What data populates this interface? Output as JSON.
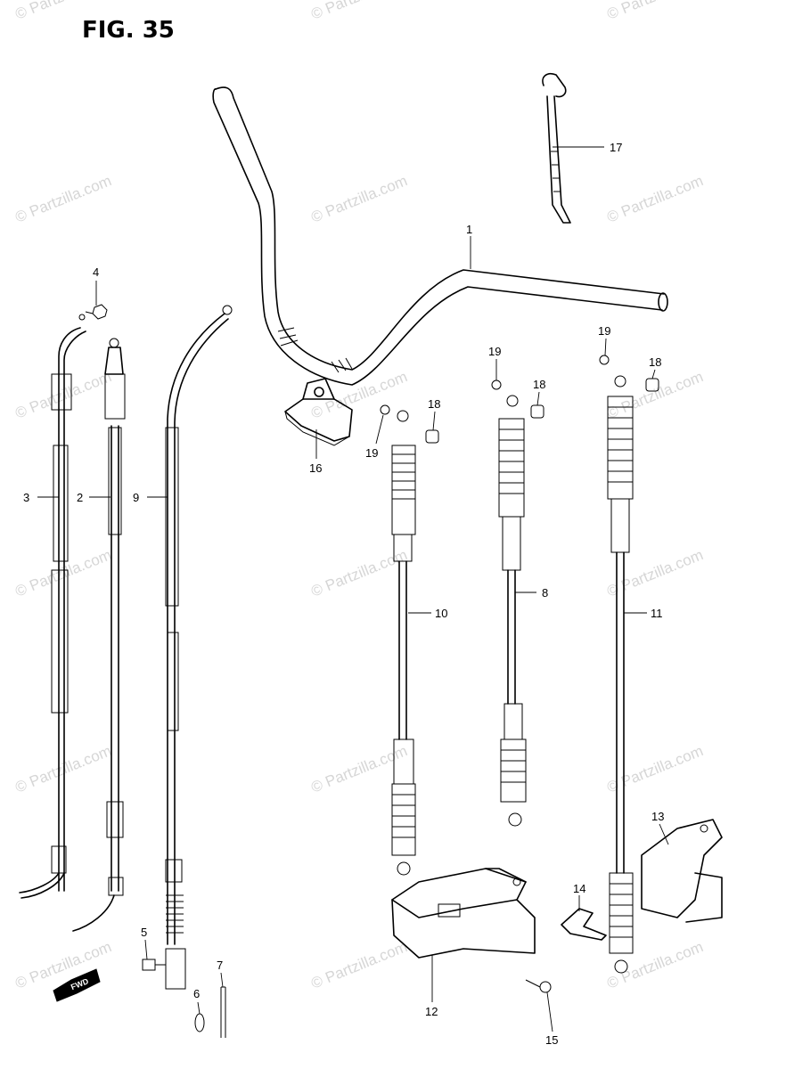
{
  "figure": {
    "title": "FIG. 35",
    "footer_text": ""
  },
  "watermark": {
    "text": "© Partzilla.com",
    "color": "#d6d6d6"
  },
  "icons": {
    "fwd_arrow": "fwd-arrow-icon",
    "fwd_label": "FWD"
  },
  "callouts": [
    {
      "id": "c1",
      "label": "1"
    },
    {
      "id": "c2",
      "label": "2"
    },
    {
      "id": "c3",
      "label": "3"
    },
    {
      "id": "c4",
      "label": "4"
    },
    {
      "id": "c5",
      "label": "5"
    },
    {
      "id": "c6",
      "label": "6"
    },
    {
      "id": "c7",
      "label": "7"
    },
    {
      "id": "c8",
      "label": "8"
    },
    {
      "id": "c9",
      "label": "9"
    },
    {
      "id": "c10",
      "label": "10"
    },
    {
      "id": "c11",
      "label": "11"
    },
    {
      "id": "c12",
      "label": "12"
    },
    {
      "id": "c13",
      "label": "13"
    },
    {
      "id": "c14",
      "label": "14"
    },
    {
      "id": "c15",
      "label": "15"
    },
    {
      "id": "c16",
      "label": "16"
    },
    {
      "id": "c17",
      "label": "17"
    },
    {
      "id": "c18a",
      "label": "18"
    },
    {
      "id": "c18b",
      "label": "18"
    },
    {
      "id": "c18c",
      "label": "18"
    },
    {
      "id": "c19a",
      "label": "19"
    },
    {
      "id": "c19b",
      "label": "19"
    },
    {
      "id": "c19c",
      "label": "19"
    }
  ]
}
